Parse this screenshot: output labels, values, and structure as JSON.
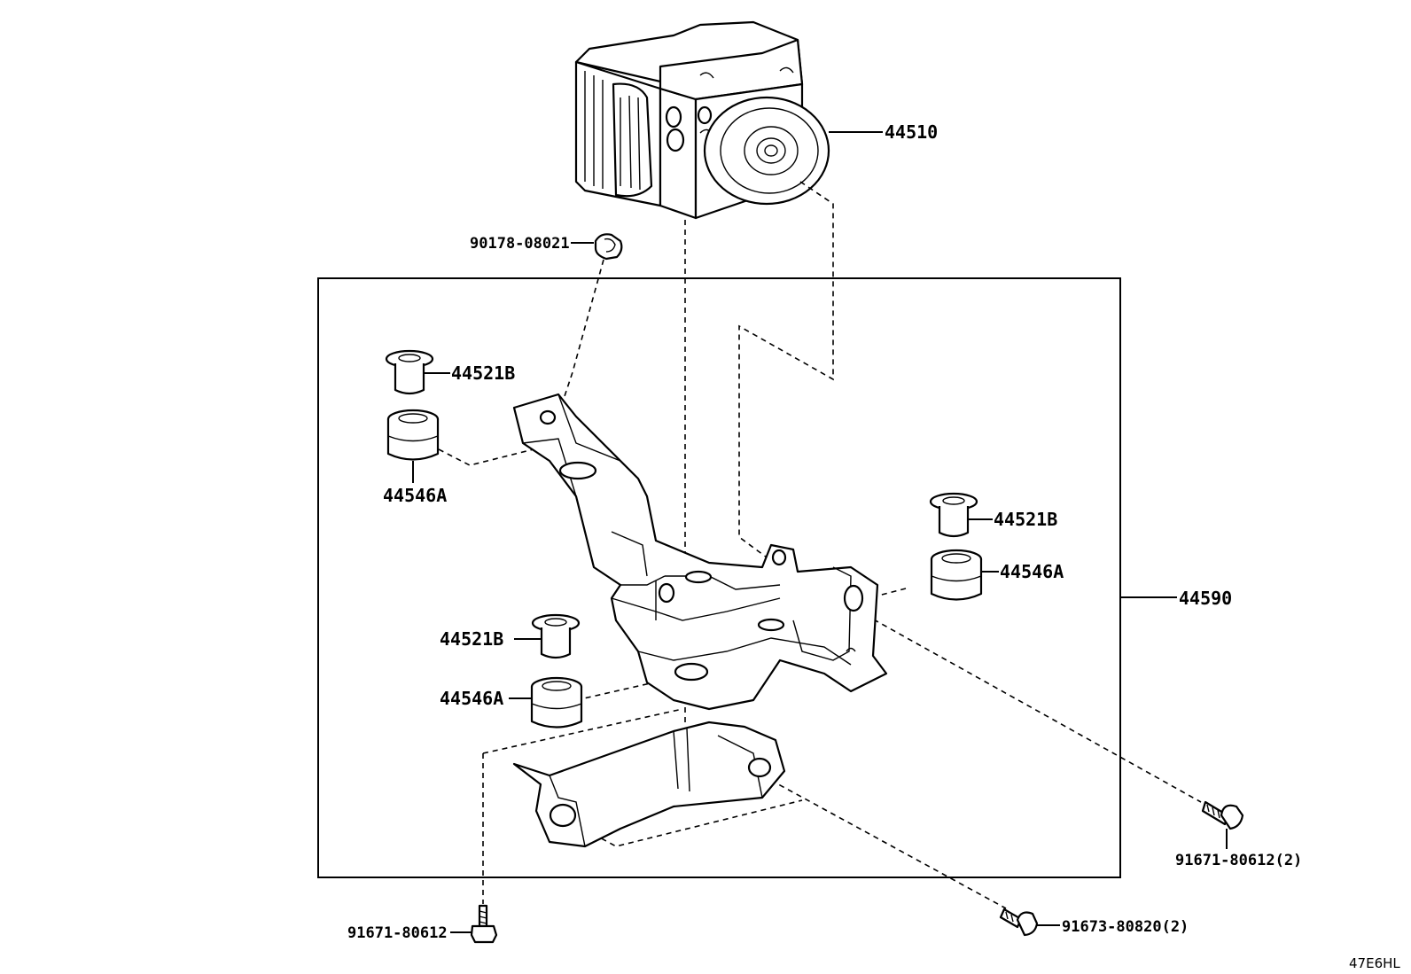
{
  "figure_code": "47E6HL",
  "callouts": {
    "actuator": "44510",
    "bracket_assembly": "44590",
    "nut_top": "90178-08021",
    "sleeve_upper_left": "44521B",
    "cushion_upper_left": "44546A",
    "sleeve_right": "44521B",
    "cushion_right": "44546A",
    "sleeve_lower": "44521B",
    "cushion_lower": "44546A",
    "bolt_right": "91671-80612(2)",
    "bolt_bottom_left": "91671-80612",
    "bolt_bottom_right": "91673-80820(2)"
  }
}
